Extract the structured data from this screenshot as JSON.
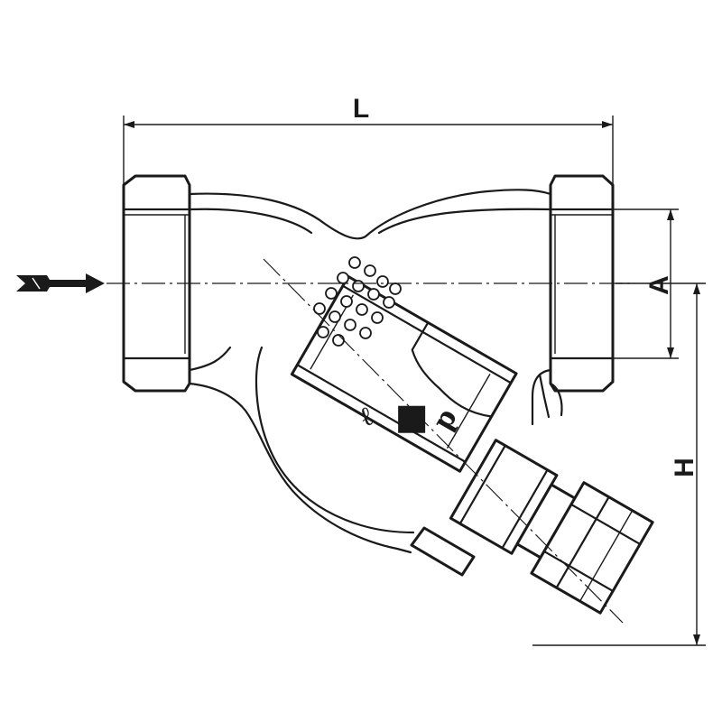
{
  "labels": {
    "length": "L",
    "height": "H",
    "pipe_size": "A",
    "screen_length": "ℓ",
    "screen_diameter": "d"
  },
  "icons": {
    "flow_arrow": "flow-direction-arrow-icon"
  },
  "colors": {
    "ink": "#1a1a1a",
    "background": "#ffffff"
  }
}
